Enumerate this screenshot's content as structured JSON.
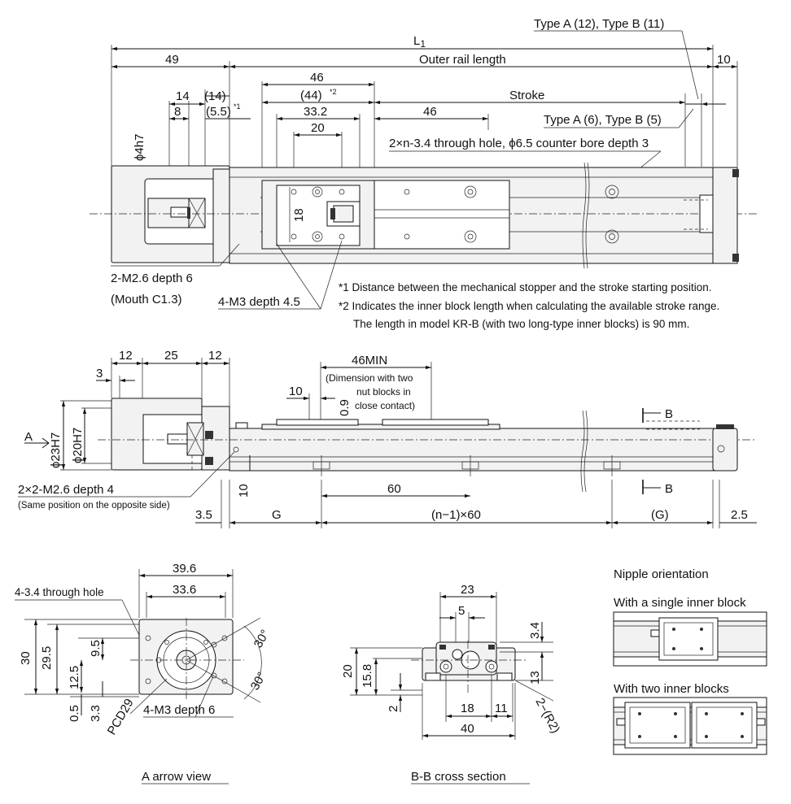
{
  "top_view": {
    "L1": "L",
    "L1_sub": "1",
    "outer_rail_length": "Outer rail length",
    "d49": "49",
    "d10": "10",
    "d46": "46",
    "d44": "(44)",
    "sup2": "*2",
    "d14": "14",
    "d14b": "(14)",
    "d8": "8",
    "d5_5": "(5.5)",
    "sup1": "*1",
    "d33_2": "33.2",
    "d20": "20",
    "stroke": "Stroke",
    "d46b": "46",
    "type_a12": "Type A (12), Type B (11)",
    "type_a6": "Type A (6), Type B (5)",
    "through_hole": "2×n-3.4 through hole, ϕ6.5 counter bore depth 3",
    "phi4h7": "ϕ4h7",
    "d18": "18",
    "m26": "2-M2.6 depth 6",
    "mouth": "(Mouth C1.3)",
    "m3": "4-M3 depth 4.5"
  },
  "notes": {
    "n1": "*1 Distance between the mechanical stopper and the stroke starting position.",
    "n2": "*2 Indicates the inner block length when calculating the available stroke range.",
    "n3": "The length in model KR-B (with two long-type inner blocks) is 90 mm."
  },
  "side_view": {
    "d12a": "12",
    "d25": "25",
    "d12b": "12",
    "d3": "3",
    "min46": "46MIN",
    "dim_note1": "(Dimension with two",
    "dim_note2": "nut blocks in",
    "dim_note3": "close contact)",
    "d10": "10",
    "d0_9": "0.9",
    "a_label": "A",
    "phi23": "ϕ23H7",
    "phi20": "ϕ20H7",
    "b_label": "B",
    "b_label2": "B",
    "m26_4": "2×2-M2.6 depth 4",
    "same_pos": "(Same position on the opposite side)",
    "d10v": "10",
    "d60": "60",
    "d3_5": "3.5",
    "G": "G",
    "n_1_60": "(n−1)×60",
    "Gp": "(G)",
    "d2_5": "2.5"
  },
  "arrow_view": {
    "d39_6": "39.6",
    "d33_6": "33.6",
    "hole": "4-3.4 through hole",
    "d30": "30",
    "d29_5": "29.5",
    "d9_5": "9.5",
    "d12_5": "12.5",
    "d0_5": "0.5",
    "d3_3": "3.3",
    "ang30a": "30°",
    "ang30b": "30°",
    "pcd": "PCD29",
    "m3d6": "4-M3 depth 6",
    "caption": "A arrow view"
  },
  "bb_section": {
    "d23": "23",
    "d5": "5",
    "d3_4": "3.4",
    "d20": "20",
    "d15_8": "15.8",
    "d13": "13",
    "d2": "2",
    "d18": "18",
    "d11": "11",
    "d40": "40",
    "r2": "2−(R2)",
    "caption": "B-B cross section"
  },
  "nipple": {
    "title": "Nipple orientation",
    "single": "With a single inner block",
    "two": "With two inner blocks"
  }
}
